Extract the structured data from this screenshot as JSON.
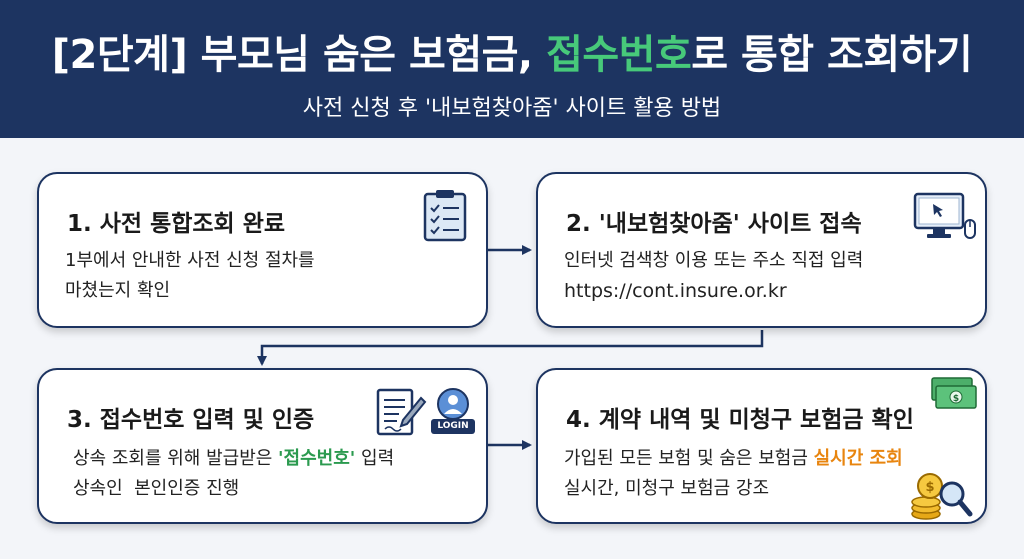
{
  "header": {
    "title_prefix": "[2단계] 부모님 숨은 보험금, ",
    "title_highlight": "접수번호",
    "title_suffix": "로 통합 조회하기",
    "subtitle": "사전 신청 후 '내보험찾아줌' 사이트 활용 방법",
    "bg_color": "#1d3461",
    "highlight_color": "#47c97a"
  },
  "steps": [
    {
      "title": "1. 사전 통합조회 완료",
      "line1": "1부에서 안내한 사전 신청 절차를",
      "line2": "마쳤는지 확인",
      "icon": "clipboard-checklist-icon"
    },
    {
      "title": "2. '내보험찾아줌' 사이트 접속",
      "line1": "인터넷 검색창 이용 또는 주소 직접 입력",
      "line2": "https://cont.insure.or.kr",
      "icon": "computer-monitor-icon"
    },
    {
      "title": "3. 접수번호 입력 및 인증",
      "line1_prefix": "상속 조회를 위해 발급받은 ",
      "line1_highlight": "'접수번호'",
      "line1_suffix": " 입력",
      "line2": "상속인  본인인증 진행",
      "icon": "document-pen-icon",
      "login_label": "LOGIN"
    },
    {
      "title": "4. 계약 내역 및 미청구 보험금 확인",
      "line1_prefix": "가입된 모든 보험 및 숨은 보험금 ",
      "line1_highlight": "실시간 조회",
      "line2": "실시간, 미청구 보험금 강조",
      "icon": "money-coins-magnifier-icon",
      "highlight_color": "#e8850f"
    }
  ]
}
